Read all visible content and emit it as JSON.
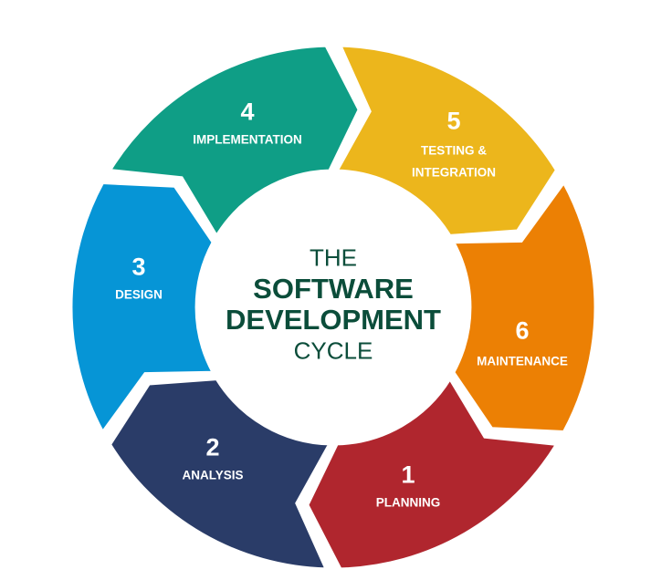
{
  "center": {
    "line1": "THE",
    "line2": "SOFTWARE",
    "line3": "DEVELOPMENT",
    "line4": "CYCLE",
    "color": "#0b4d3a"
  },
  "stages": [
    {
      "number": "1",
      "label": "PLANNING",
      "color": "#b0262e"
    },
    {
      "number": "2",
      "label": "ANALYSIS",
      "color": "#2a3c68"
    },
    {
      "number": "3",
      "label": "DESIGN",
      "color": "#0695d6"
    },
    {
      "number": "4",
      "label": "IMPLEMENTATION",
      "color": "#0f9e86"
    },
    {
      "number": "5",
      "label": "TESTING &",
      "label2": "INTEGRATION",
      "color": "#ecb61c"
    },
    {
      "number": "6",
      "label": "MAINTENANCE",
      "color": "#ec8004"
    }
  ]
}
